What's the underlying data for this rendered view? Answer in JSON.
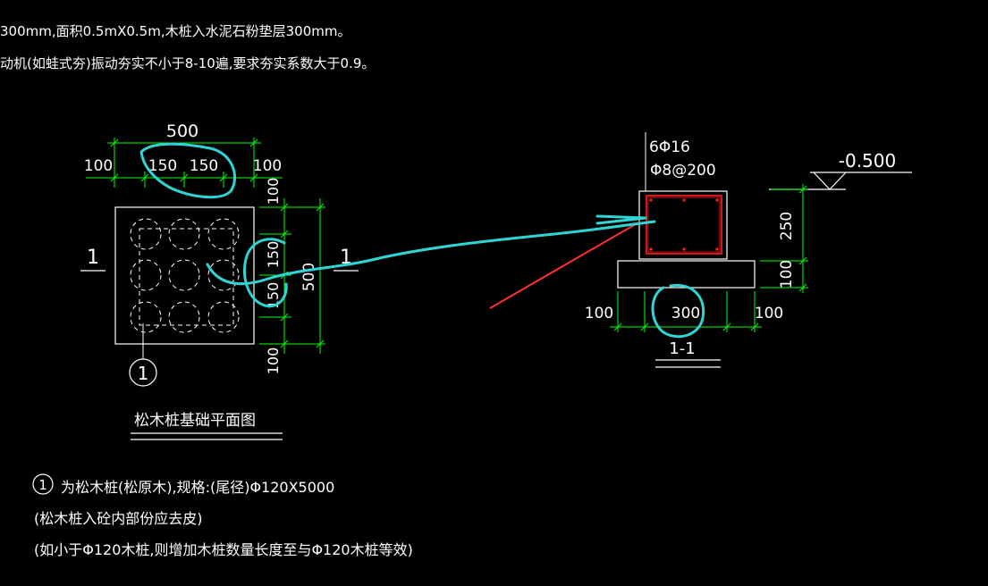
{
  "notes": [
    "300mm,面积0.5mX0.5m,木桩入水泥石粉垫层300mm。",
    "动机(如蛙式夯)振动夯实不小于8-10遍,要求夯实系数大于0.9。"
  ],
  "plan": {
    "dim_total_width": "500",
    "dim_left_margin": "100",
    "dim_spacing_1": "150",
    "dim_spacing_2": "150",
    "dim_right_margin": "100",
    "dim_top_margin": "100",
    "dim_side_spacing_1": "150",
    "dim_side_spacing_2": "150",
    "dim_side_total": "500",
    "dim_bottom_margin": "100",
    "section_mark_left": "1",
    "section_mark_right": "1",
    "pile_callout": "1",
    "title": "松木桩基础平面图"
  },
  "section": {
    "rebar_main": "6Φ16",
    "rebar_stirrup": "Φ8@200",
    "elevation": "-0.500",
    "dim_height_top": "250",
    "dim_height_bottom": "100",
    "dim_left": "100",
    "dim_width": "300",
    "dim_right": "100",
    "title": "1-1"
  },
  "legend": {
    "callout_number": "1",
    "line1": "为松木桩(松原木),规格:(尾径)Φ120X5000",
    "line2": "(松木桩入砼内部份应去皮)",
    "line3": "(如小于Φ120木桩,则增加木桩数量长度至与Φ120木桩等效)"
  },
  "colors": {
    "background": "#000000",
    "linework": "#ffffff",
    "dimension": "#00ff00",
    "rebar": "#ff2020",
    "annotation_stroke": "#2fd4d4",
    "pointer_arrow": "#ff3030"
  }
}
